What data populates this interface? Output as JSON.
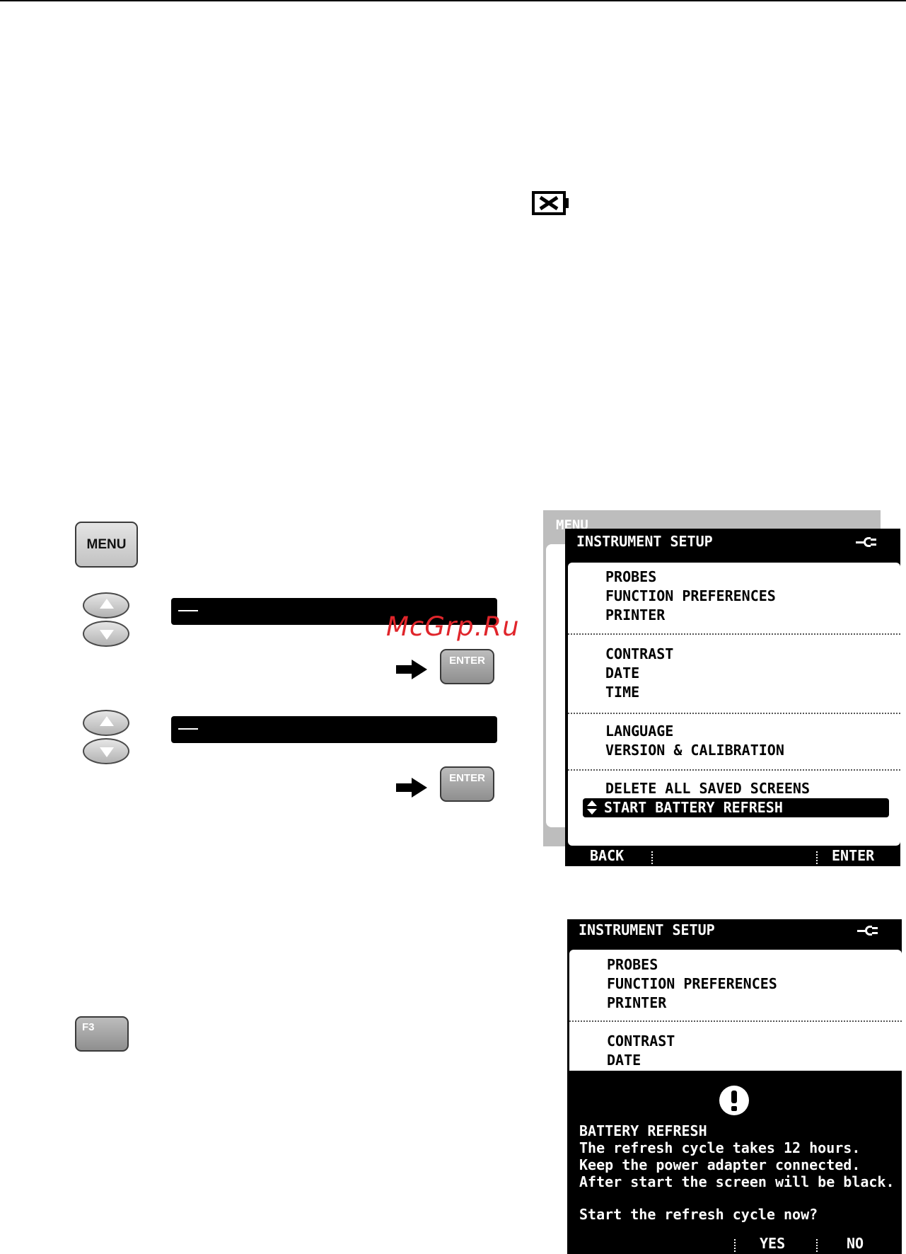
{
  "watermark": "McGrp.Ru",
  "keys": {
    "menu": "MENU",
    "enter": "ENTER",
    "f3": "F3"
  },
  "screen1": {
    "back_title": "MENU",
    "title": "INSTRUMENT SETUP",
    "groups": [
      [
        "PROBES",
        "FUNCTION PREFERENCES",
        "PRINTER"
      ],
      [
        "CONTRAST",
        "DATE",
        "TIME"
      ],
      [
        "LANGUAGE",
        "VERSION & CALIBRATION"
      ],
      [
        "DELETE ALL SAVED SCREENS"
      ]
    ],
    "selected": "START BATTERY REFRESH",
    "softkeys": {
      "left": "BACK",
      "right": "ENTER"
    }
  },
  "screen2": {
    "title": "INSTRUMENT SETUP",
    "groups": [
      [
        "PROBES",
        "FUNCTION PREFERENCES",
        "PRINTER"
      ],
      [
        "CONTRAST",
        "DATE"
      ]
    ],
    "dialog": {
      "heading": "BATTERY REFRESH",
      "lines": [
        "The refresh cycle takes 12 hours.",
        "Keep the power adapter connected.",
        "After start the screen will be black."
      ],
      "question": "Start the refresh cycle now?"
    },
    "softkeys": {
      "yes": "YES",
      "no": "NO"
    }
  },
  "icons": {
    "battery": "battery-empty-icon",
    "plug": "power-plug-icon",
    "warning": "exclamation-icon",
    "updown": "up-down-arrows-icon"
  }
}
